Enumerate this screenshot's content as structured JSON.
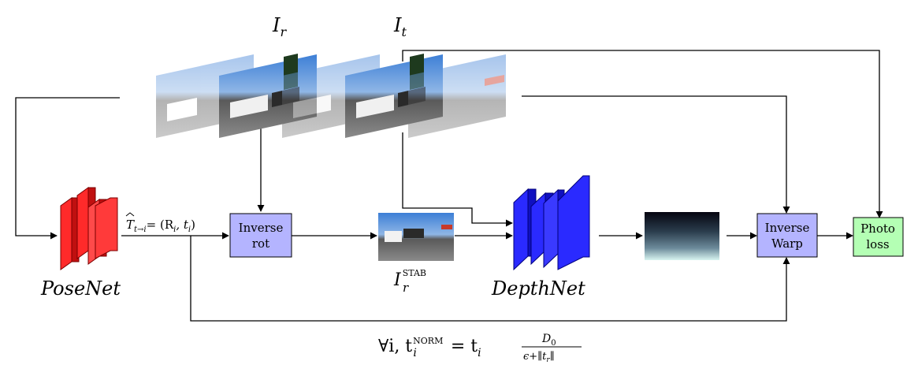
{
  "diagram": {
    "frame_labels": {
      "reference": {
        "base": "I",
        "sub": "r"
      },
      "target": {
        "base": "I",
        "sub": "t"
      }
    },
    "posenet": {
      "label": "PoseNet",
      "color": "#ff2a2a"
    },
    "depthnet": {
      "label": "DepthNet",
      "color": "#2a2aff"
    },
    "pose_output": {
      "hat": "T",
      "sub": "t→i",
      "rhs": "= (R",
      "rhs_sub": "i",
      "rhs_sep": ", t",
      "rhs_sub2": "i",
      "rhs_end": ")"
    },
    "inverse_rot": {
      "line1": "Inverse",
      "line2": "rot",
      "fill": "#b4b4ff"
    },
    "stab_label": {
      "base": "I",
      "sub": "r",
      "sup": "STAB"
    },
    "inverse_warp": {
      "line1": "Inverse",
      "line2": "Warp",
      "fill": "#b4b4ff"
    },
    "photo_loss": {
      "line1": "Photo",
      "line2": "loss",
      "fill": "#b4ffb4"
    },
    "norm_formula": {
      "forall": "∀i, t",
      "sub": "i",
      "sup": "NORM",
      "eq": " = t",
      "eq_sub": "i",
      "num": "D",
      "num_sub": "0",
      "den": "ϵ+∥t",
      "den_sub": "r",
      "den_end": "∥"
    }
  }
}
